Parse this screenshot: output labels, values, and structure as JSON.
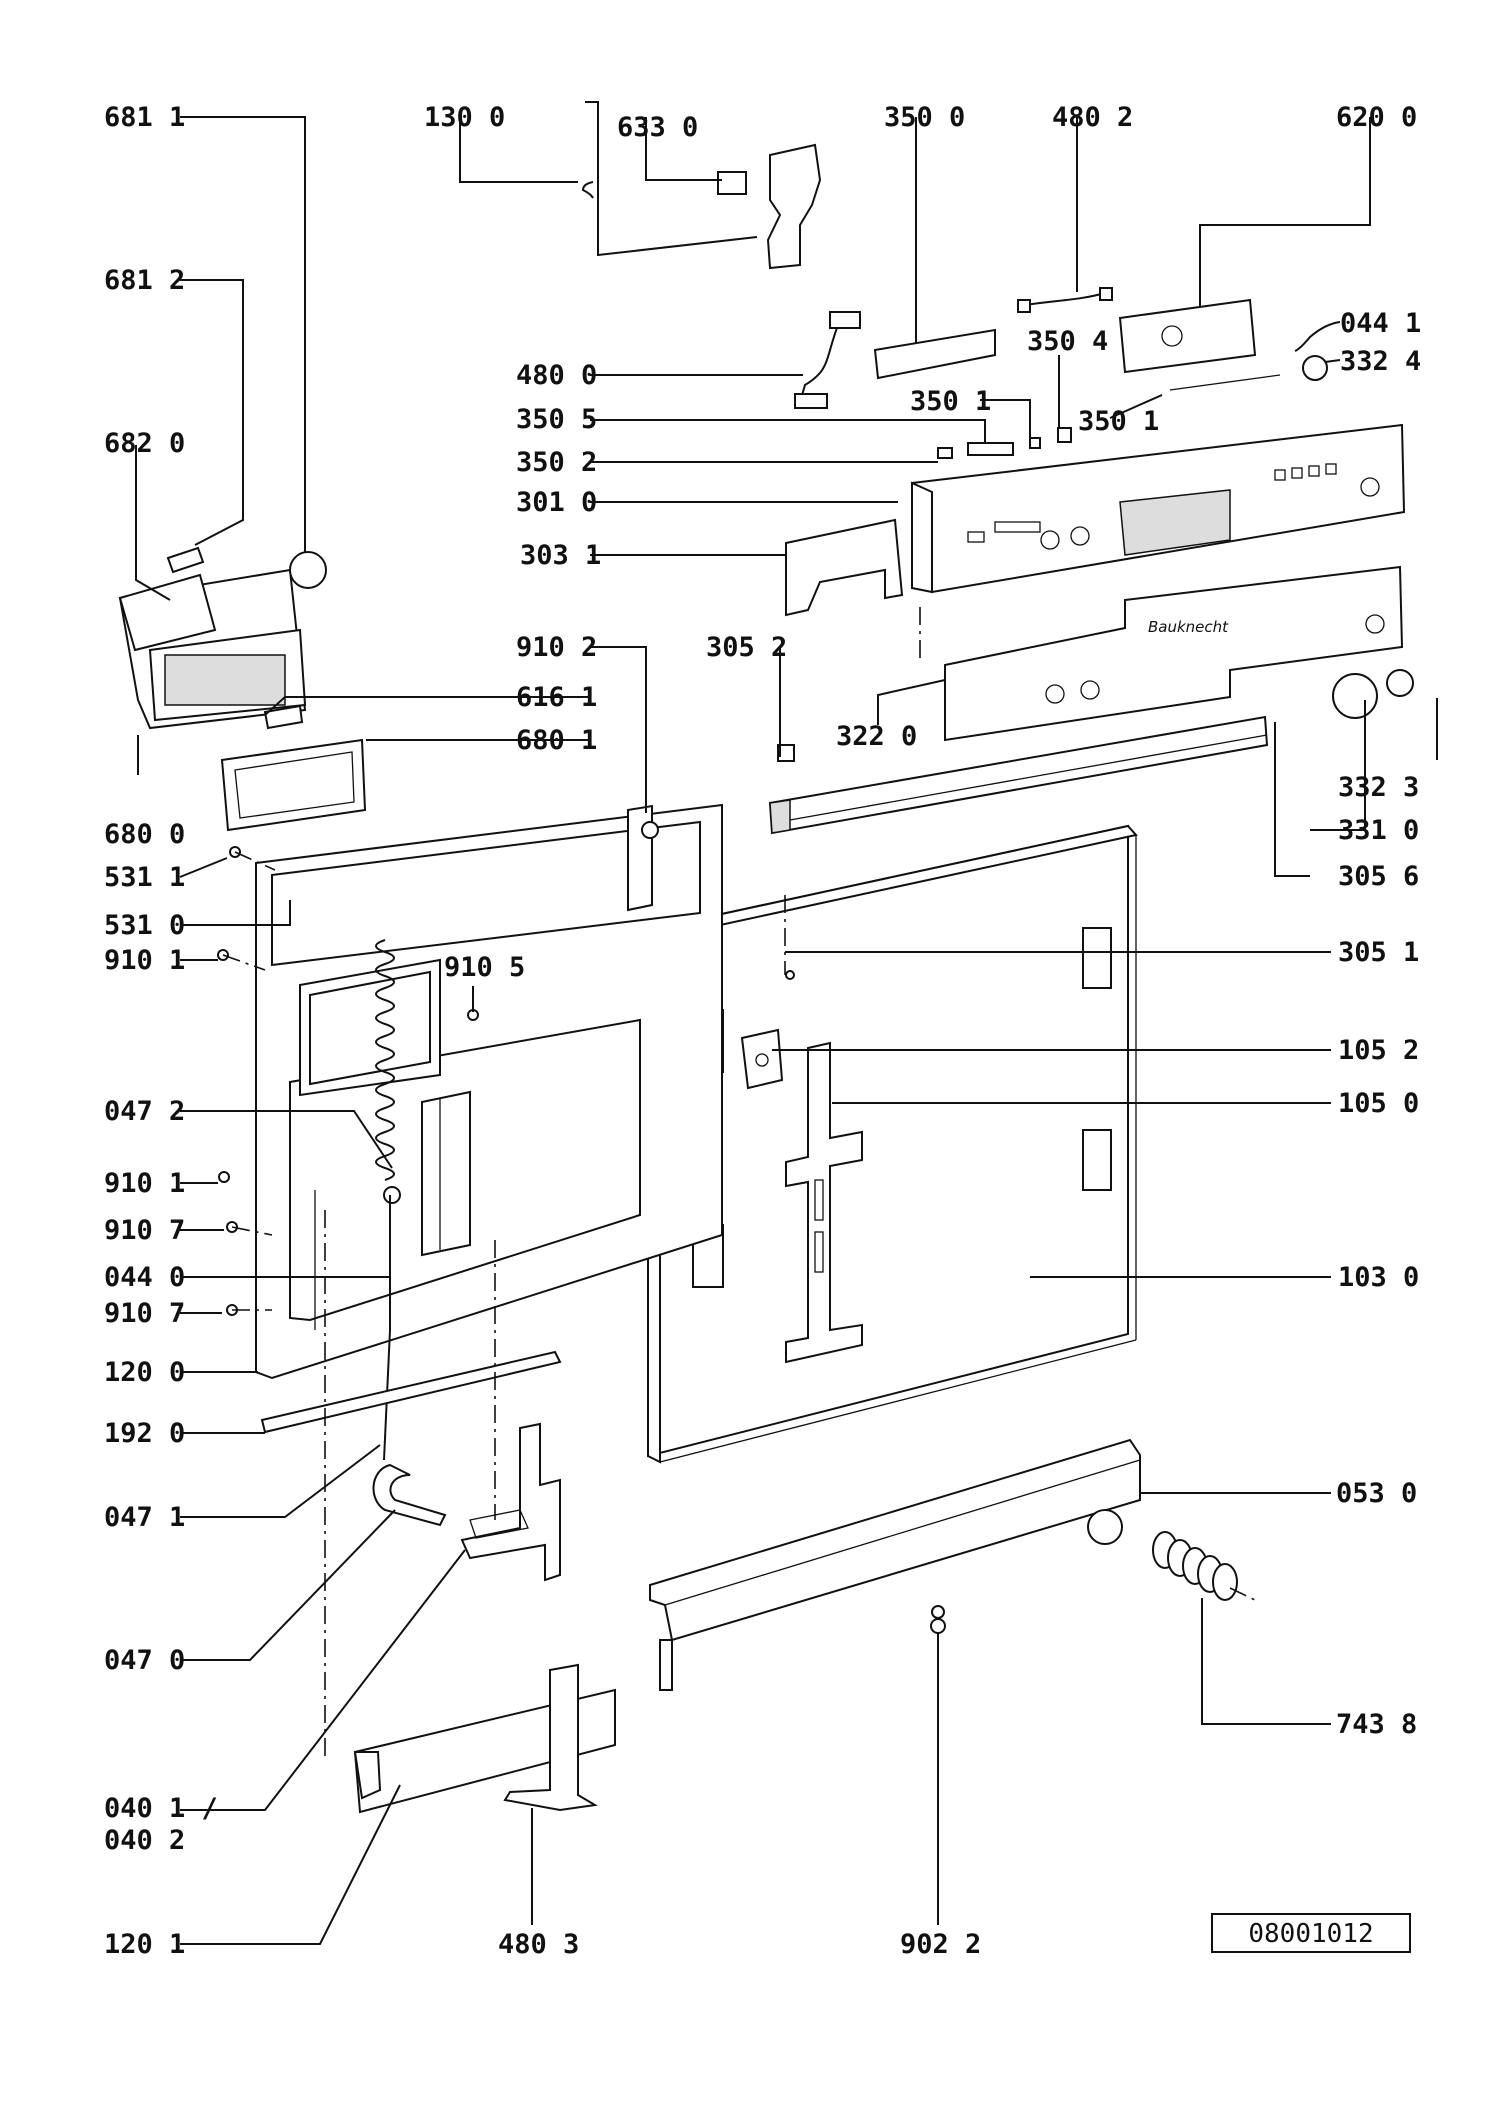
{
  "diagram": {
    "brand_text": "Bauknecht",
    "drawing_number": "08001012",
    "part_labels": {
      "p6811": "681 1",
      "p1300": "130 0",
      "p6330": "633 0",
      "p3500": "350 0",
      "p4802": "480 2",
      "p6200": "620 0",
      "p6812": "681 2",
      "p0441": "044 1",
      "p3324": "332 4",
      "p3504": "350 4",
      "p4800": "480 0",
      "p3501a": "350 1",
      "p3501b": "350 1",
      "p6820": "682 0",
      "p3505": "350 5",
      "p3502": "350 2",
      "p3010": "301 0",
      "p3031": "303 1",
      "p9102": "910 2",
      "p3052": "305 2",
      "p6161": "616 1",
      "p3220": "322 0",
      "p6801": "680 1",
      "p3323": "332 3",
      "p6800": "680 0",
      "p3310": "331 0",
      "p5311": "531 1",
      "p3056": "305 6",
      "p5310": "531 0",
      "p9101a": "910 1",
      "p9105": "910 5",
      "p3051": "305 1",
      "p1052": "105 2",
      "p0472": "047 2",
      "p1050": "105 0",
      "p9101b": "910 1",
      "p9107a": "910 7",
      "p0440": "044 0",
      "p1030": "103 0",
      "p9107b": "910 7",
      "p1200": "120 0",
      "p1920": "192 0",
      "p0530": "053 0",
      "p0471": "047 1",
      "p0470": "047 0",
      "p7438": "743 8",
      "p0401": "040 1 /",
      "p0402": "040 2",
      "p1201": "120 1",
      "p4803": "480 3",
      "p9022": "902 2"
    }
  }
}
